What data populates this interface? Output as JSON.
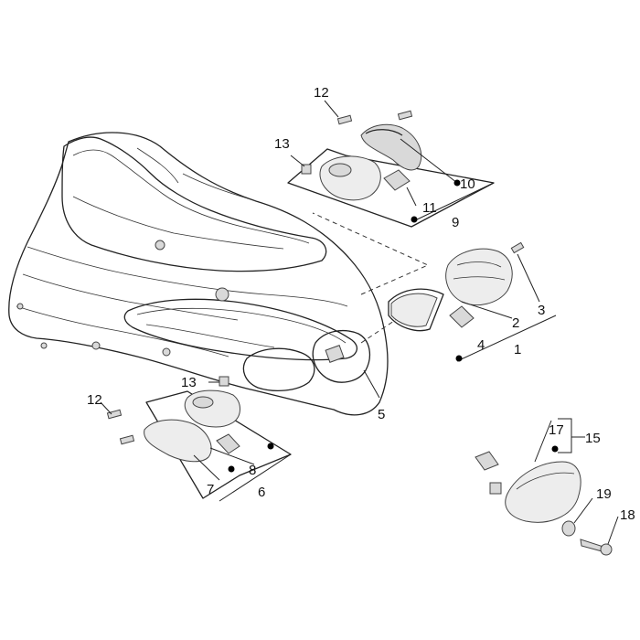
{
  "labels": {
    "l1": "1",
    "l2": "2",
    "l3": "3",
    "l4": "4",
    "l5": "5",
    "l6": "6",
    "l7": "7",
    "l8": "8",
    "l9": "9",
    "l10": "10",
    "l11": "11",
    "l12a": "12",
    "l12b": "12",
    "l13a": "13",
    "l13b": "13",
    "l15": "15",
    "l17": "17",
    "l18": "18",
    "l19": "19"
  }
}
